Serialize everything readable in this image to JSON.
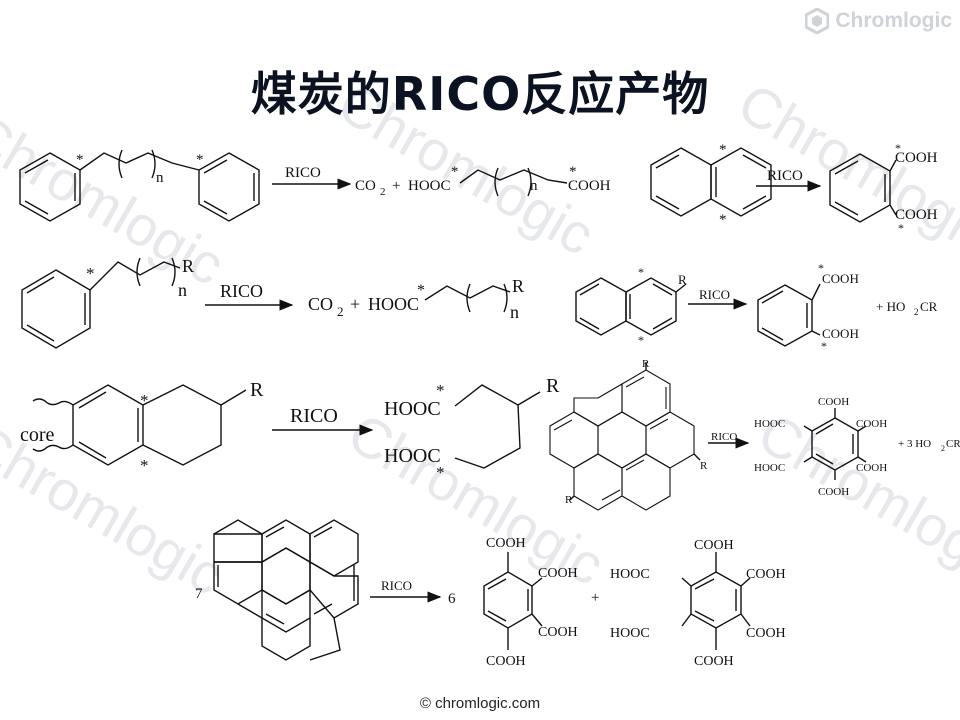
{
  "title": "煤炭的RICO反应产物",
  "brand": {
    "name": "Chromlogic",
    "icon": "hexagon-logo-icon"
  },
  "footer": "© chromlogic.com",
  "watermark": "Chromlogic",
  "labels": {
    "rico": "RICO",
    "co2_plus": "CO",
    "co2_sub": "2",
    "plus": "+",
    "hooc": "HOOC",
    "cooh": "COOH",
    "star": "*",
    "n": "n",
    "r": "R",
    "core": "core",
    "ho2cr_plus": "+  HO",
    "ho2cr_sub": "2",
    "ho2cr_end": "CR",
    "three_ho2cr": "+  3 HO",
    "coeff_7": "7",
    "coeff_6": "6"
  }
}
